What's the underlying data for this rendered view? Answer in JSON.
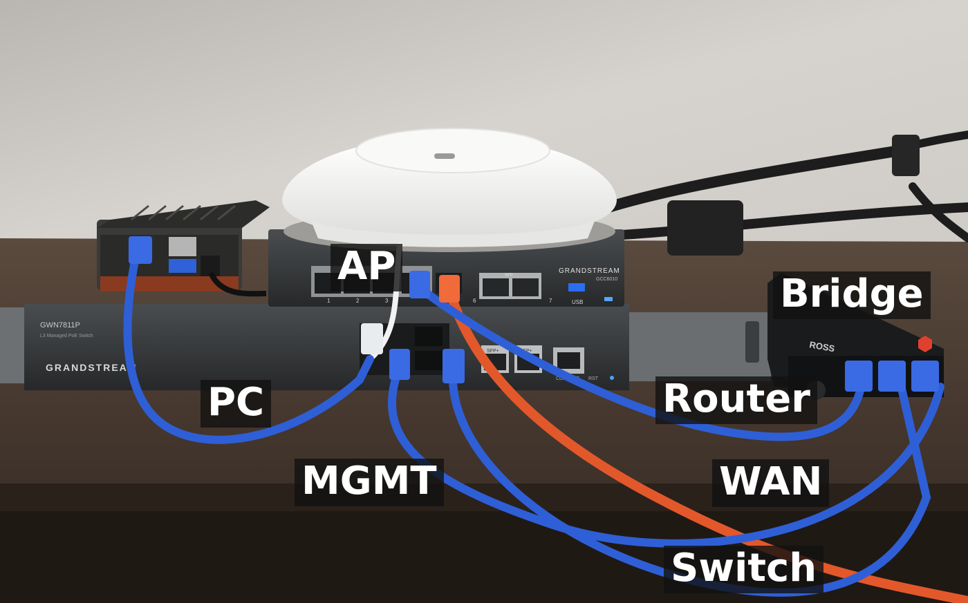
{
  "labels": {
    "ap": "AP",
    "bridge": "Bridge",
    "pc": "PC",
    "router": "Router",
    "mgmt": "MGMT",
    "wan": "WAN",
    "switch": "Switch"
  },
  "device_text": {
    "switch_model": "GWN7811P",
    "switch_sub": "L3 Managed PoE Switch",
    "switch_brand": "GRANDSTREAM",
    "router_brand": "GRANDSTREAM",
    "router_model": "GCC6010",
    "router_usb": "USB",
    "router_sfp": "SFP",
    "router_port1": "1",
    "router_port2": "2",
    "router_port3": "3",
    "router_port6": "6",
    "router_port7": "7",
    "switch_sfp1": "SFP+",
    "switch_sfp2": "SFP+",
    "switch_console": "CONSOLE",
    "switch_rst": "RST",
    "bridge_brand": "ROSS"
  },
  "colors": {
    "wall": "#d3d0cb",
    "shelf": "#3e3128",
    "cable_blue": "#2f5fd6",
    "cable_orange": "#e2582b",
    "cable_white": "#f2f2f2",
    "device_dark": "#2b2d2f",
    "ap_white": "#f3f3f1"
  }
}
